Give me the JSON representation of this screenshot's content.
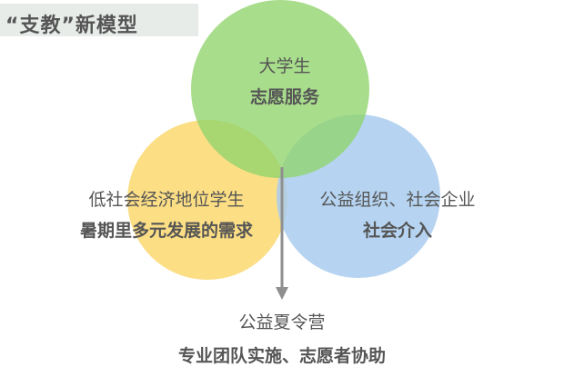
{
  "header": {
    "title": "“支教”新模型"
  },
  "venn": {
    "top_circle": {
      "line1": "大学生",
      "line2": "志愿服务",
      "color": "#8fd36b"
    },
    "left_circle": {
      "line1": "低社会经济地位学生",
      "line2": "暑期里多元发展的需求",
      "color": "#fbd870"
    },
    "right_circle": {
      "line1": "公益组织、社会企业",
      "line2": "社会介入",
      "color": "#a9cdee"
    }
  },
  "outcome": {
    "line1": "公益夏令营",
    "line2": "专业团队实施、志愿者协助"
  },
  "colors": {
    "text": "#555555",
    "arrow": "#8f8f8f",
    "title_band": "#e8ece9"
  }
}
